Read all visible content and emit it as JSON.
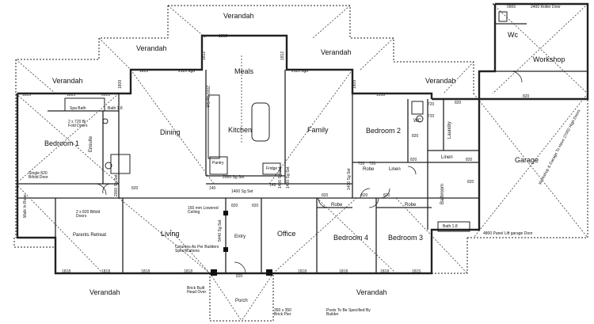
{
  "rooms": {
    "verandah_top": "Verandah",
    "verandah_upper_left": "Verandah",
    "verandah_upper_mid": "Verandah",
    "verandah_left": "Verandah",
    "verandah_right": "Verandah",
    "verandah_bottom_left": "Verandah",
    "verandah_bottom_right": "Verandah",
    "meals": "Meals",
    "workshop": "Workshop",
    "wc_top": "Wc",
    "bedroom1": "Bedroom 1",
    "ensuite": "Ensuite",
    "dining": "Dining",
    "kitchen": "Kitchen",
    "family": "Family",
    "bedroom2": "Bedroom 2",
    "wc": "WC",
    "laundry": "Laundry",
    "linen": "Linen",
    "linen2": "Linen",
    "robe_small": "Robe",
    "bathroom": "Bathroom",
    "garage": "Garage",
    "workshop_garage_note": "Workshop & Garage To Have 27002 High Doors",
    "parents_retreat": "Parents Retreat",
    "living": "Living",
    "entry": "Entry",
    "office": "Office",
    "robe1": "Robe",
    "robe2": "Robe",
    "bedroom4": "Bedroom 4",
    "bedroom3": "Bedroom 3",
    "porch": "Porch",
    "walk_in_robe": "Walk In Robe",
    "pantry": "Pantry",
    "fridge": "Fridge"
  },
  "notes": {
    "spa_bath": "Spa Bath",
    "bath_18a": "Bath 1.8",
    "bath_18b": "Bath 1.8",
    "bifold_a": "2 x 720 Bi Fold Doors",
    "single_820": "Single 820 Bifold Door",
    "bifold_b": "2 x 820 Bifold Doors",
    "sgd_a": "2115 Sgd",
    "sgd_b": "2115 Sgd",
    "roller_door": "2400 Roller Door",
    "panel_lift": "4800 Panel Lift garage Door",
    "lowered_ceiling": "150 mm Lowered Ceiling",
    "columns": "Columns As Per Builders Specifications",
    "brick_built": "Brick Built Head Over",
    "brick_pier": "350 x 350 Brick Pier",
    "posts": "Posts To Be Specified By Builder",
    "sg_2000": "2000 Sg Set",
    "sg_1400": "1400 Sg Set",
    "sg_2000b": "2000 Sg Set",
    "sg_1400b": "1400 Sg Set",
    "sg_2000c": "2000 Sg Set",
    "sg_1400c": "1400 Sg Set",
    "sg_1400d": "1400 Sg Set",
    "sg_5440": "5440 Sg Set"
  },
  "dims": {
    "d1815_top": "1815",
    "d1812_top_l": "1812",
    "d1812_top_r": "1812",
    "d1815_ul": "1815",
    "d1815_l1": "1815",
    "d1815_l2": "1815",
    "d0915_l": "0915",
    "d1518": "1518",
    "d1809_a": "1809",
    "d1809_b": "1809",
    "d0906": "0906",
    "d1818_1": "1818",
    "d1818_2": "1818",
    "d1818_3": "1818",
    "d1818_4": "1818",
    "d1818_5": "1818",
    "d1818_6": "1818",
    "d1818_7": "1818",
    "d1815_b": "1815",
    "d140": "140",
    "d149": "149",
    "d820_entry_a": "820",
    "d820_entry_b": "820",
    "d820_porch": "820",
    "d720_a": "720",
    "d720_b": "720",
    "d720_c": "720",
    "d720_d": "720",
    "d820_b2": "820",
    "d820_wc": "820",
    "d820_l": "820",
    "d820_ga": "820",
    "d820_gb": "820",
    "d820_bed4a": "820",
    "d820_bed4b": "820",
    "d820_bed3": "820",
    "d820_liv": "820",
    "d820_shop": "820"
  }
}
